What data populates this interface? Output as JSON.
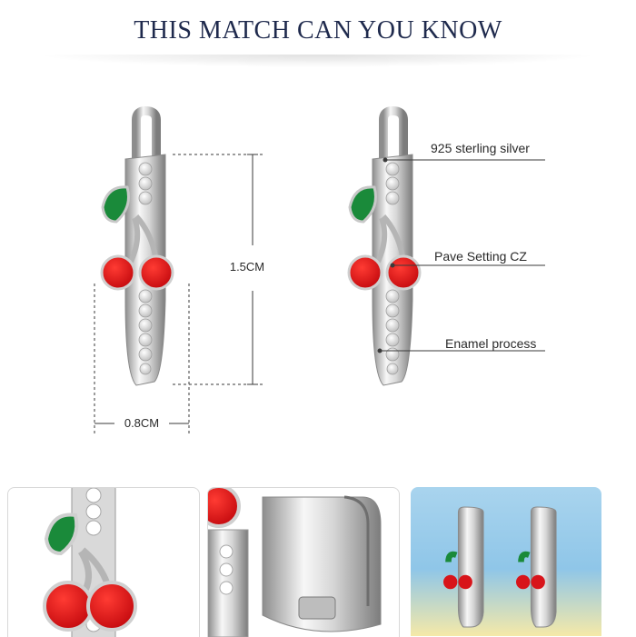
{
  "header": {
    "title": "THIS MATCH CAN YOU KNOW"
  },
  "dimensions": {
    "height_label": "1.5CM",
    "width_label": "0.8CM"
  },
  "callouts": {
    "material": "925 sterling silver",
    "setting": "Pave Setting CZ",
    "process": "Enamel process"
  },
  "colors": {
    "title": "#1f2a4d",
    "silver_light": "#f4f4f4",
    "silver_dark": "#9a9a9a",
    "enamel_red": "#d8141a",
    "enamel_green": "#1a8a3a",
    "thumb_bg_blue": "#8fc6e8"
  },
  "thumbnails": [
    {
      "name": "cherry-closeup"
    },
    {
      "name": "hinge-closeup"
    },
    {
      "name": "pair-on-background"
    }
  ]
}
